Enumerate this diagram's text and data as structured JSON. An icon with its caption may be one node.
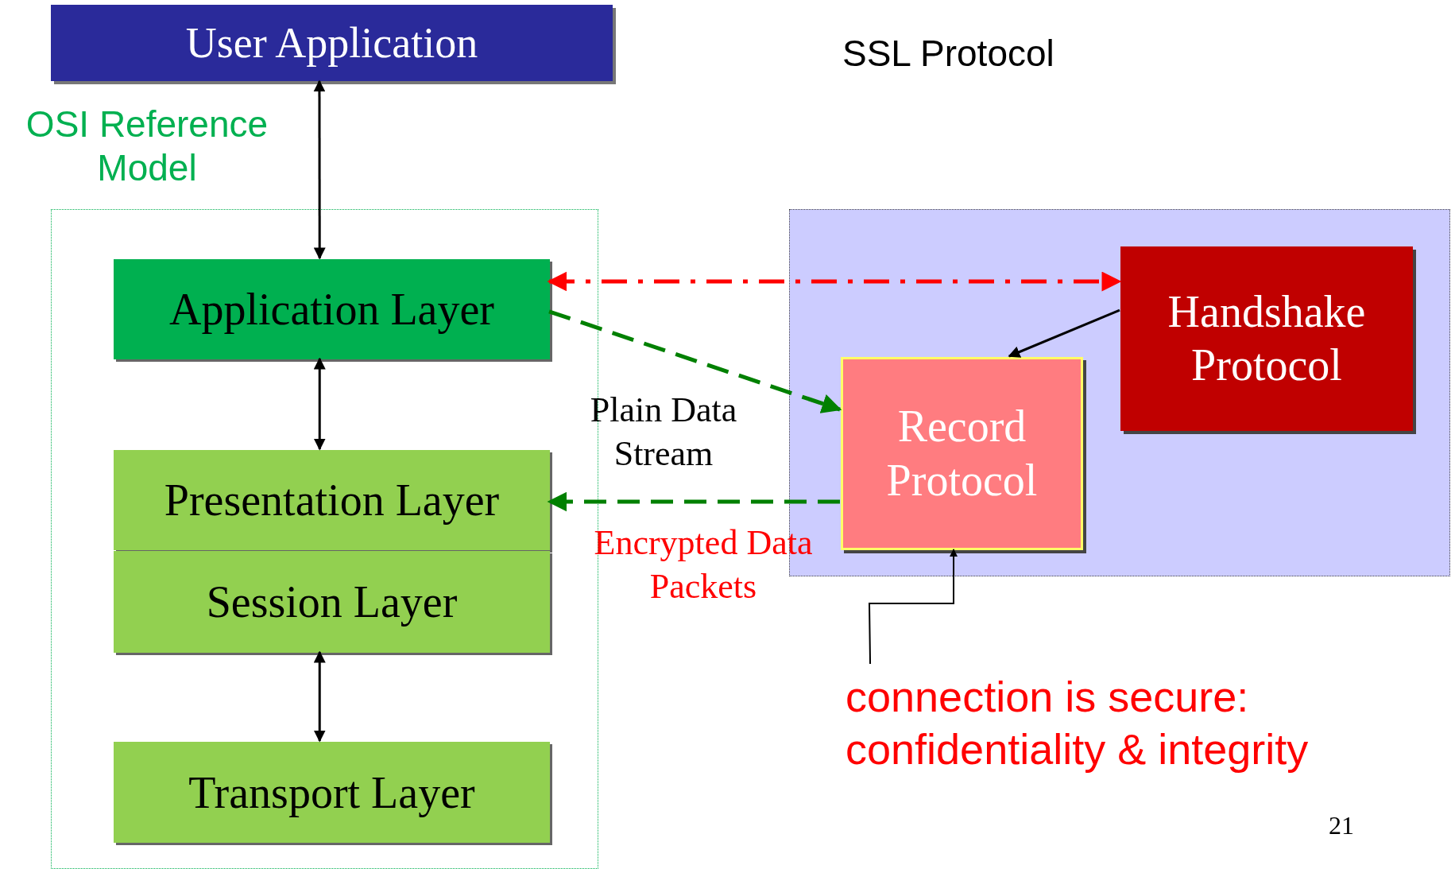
{
  "diagram": {
    "title": "SSL Protocol",
    "nodes": [
      {
        "text": [
          "User Application"
        ]
      },
      {
        "text": [
          "OSI Reference Model"
        ]
      },
      {
        "text": [
          "Application Layer"
        ],
        "in": 1
      },
      {
        "text": [
          "Presentation Layer"
        ],
        "in": 1
      },
      {
        "text": [
          "Session Layer"
        ],
        "in": 1
      },
      {
        "text": [
          "Transport Layer"
        ],
        "in": 1
      },
      {
        "text": [],
        "shape": "box"
      },
      {
        "text": [
          "Handshake Protocol"
        ],
        "in": 6
      },
      {
        "text": [
          "Record Protocol"
        ],
        "in": 6
      },
      {
        "text": [
          "connection is secure: confidentiality & integrity"
        ]
      }
    ],
    "edges": [
      {
        "from": 0,
        "to": 2,
        "arrow": "both"
      },
      {
        "from": 2,
        "to": 3,
        "arrow": "both"
      },
      {
        "from": 4,
        "to": 5,
        "arrow": "both"
      },
      {
        "from": 2,
        "to": 7,
        "arrow": "both",
        "style": "dashed",
        "color": "#ff0000"
      },
      {
        "from": 2,
        "to": 8,
        "arrow": "to",
        "style": "dashed",
        "color": "#008000",
        "label": "Plain Data Stream"
      },
      {
        "from": 8,
        "to": 3,
        "arrow": "to",
        "style": "dashed",
        "color": "#008000",
        "label": "Encrypted Data Packets"
      },
      {
        "from": 7,
        "to": 8,
        "arrow": "to"
      },
      {
        "from": 9,
        "to": 8,
        "arrow": "to"
      }
    ],
    "labels": [
      "21"
    ]
  }
}
